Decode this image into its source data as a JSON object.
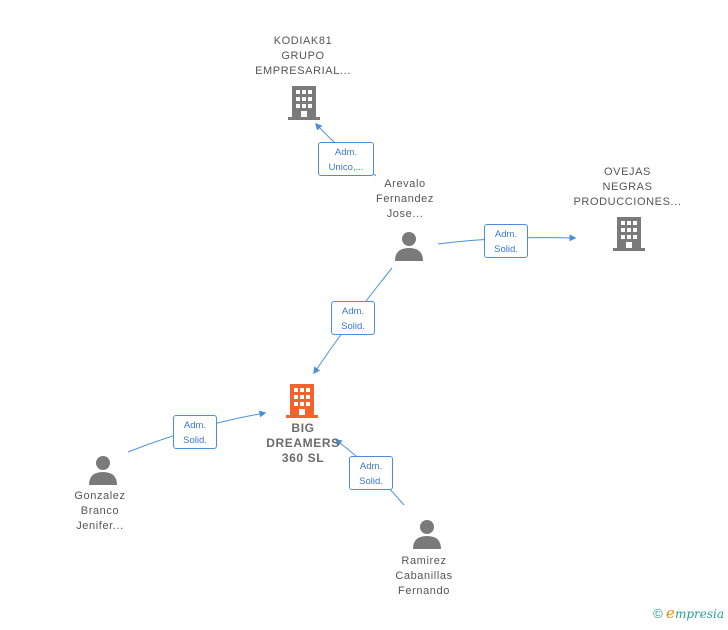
{
  "nodes": {
    "kodiak": {
      "lines": [
        "KODIAK81",
        "GRUPO",
        "EMPRESARIAL..."
      ],
      "type": "company"
    },
    "ovejas": {
      "lines": [
        "OVEJAS",
        "NEGRAS",
        "PRODUCCIONES..."
      ],
      "type": "company"
    },
    "big": {
      "lines": [
        "BIG",
        "DREAMERS",
        "360  SL"
      ],
      "type": "company-focus"
    },
    "arevalo": {
      "lines": [
        "Arevalo",
        "Fernandez",
        "Jose..."
      ],
      "type": "person"
    },
    "gonzalez": {
      "lines": [
        "Gonzalez",
        "Branco",
        "Jenifer..."
      ],
      "type": "person"
    },
    "ramirez": {
      "lines": [
        "Ramirez",
        "Cabanillas",
        "Fernando"
      ],
      "type": "person"
    }
  },
  "relations": {
    "arevalo_kodiak": [
      "Adm.",
      "Unico,..."
    ],
    "arevalo_ovejas": [
      "Adm.",
      "Solid."
    ],
    "arevalo_big": [
      "Adm.",
      "Solid."
    ],
    "gonzalez_big": [
      "Adm.",
      "Solid."
    ],
    "ramirez_big": [
      "Adm.",
      "Solid."
    ]
  },
  "colors": {
    "company_icon": "#7a7a7a",
    "focus_icon": "#f4632c",
    "person_icon": "#7a7a7a",
    "link": "#4a90d9"
  },
  "footer": {
    "copyright": "©",
    "brand_initial": "e",
    "brand_rest": "mpresia"
  }
}
